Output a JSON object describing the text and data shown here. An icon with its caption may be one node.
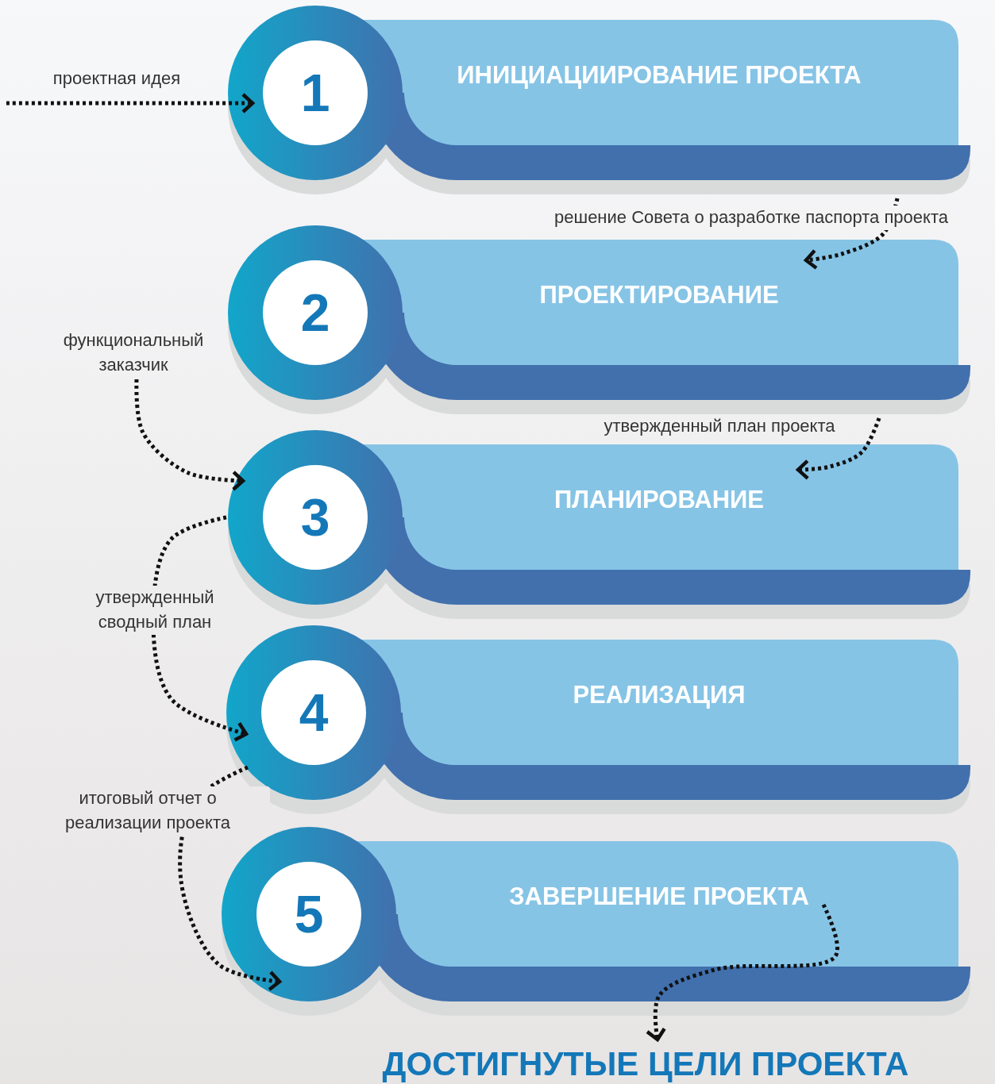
{
  "diagram": {
    "nodes": [
      {
        "text": [
          "1",
          "ИНИЦИАЦИИРОВАНИЕ ПРОЕКТА"
        ]
      },
      {
        "text": [
          "2",
          "ПРОЕКТИРОВАНИЕ"
        ]
      },
      {
        "text": [
          "3",
          "ПЛАНИРОВАНИЕ"
        ]
      },
      {
        "text": [
          "4",
          "РЕАЛИЗАЦИЯ"
        ]
      },
      {
        "text": [
          "5",
          "ЗАВЕРШЕНИЕ ПРОЕКТА"
        ]
      },
      {
        "text": [
          "функциональный заказчик"
        ]
      },
      {
        "text": [
          "ДОСТИГНУТЫЕ ЦЕЛИ ПРОЕКТА"
        ]
      }
    ],
    "edges": [
      {
        "from": null,
        "to": 0,
        "arrow": "to",
        "label": "проектная идея"
      },
      {
        "from": 0,
        "to": 1,
        "arrow": "to",
        "label": "решение Совета о разработке паспорта проекта"
      },
      {
        "from": 1,
        "to": 2,
        "arrow": "to",
        "label": "утвержденный план проекта"
      },
      {
        "from": 5,
        "to": 2,
        "arrow": "to"
      },
      {
        "from": 2,
        "to": 3,
        "arrow": "to",
        "label": "утвержденный сводный план"
      },
      {
        "from": 3,
        "to": 4,
        "arrow": "to",
        "label": "итоговый отчет о реализации проекта"
      },
      {
        "from": 4,
        "to": 6,
        "arrow": "to"
      }
    ]
  }
}
